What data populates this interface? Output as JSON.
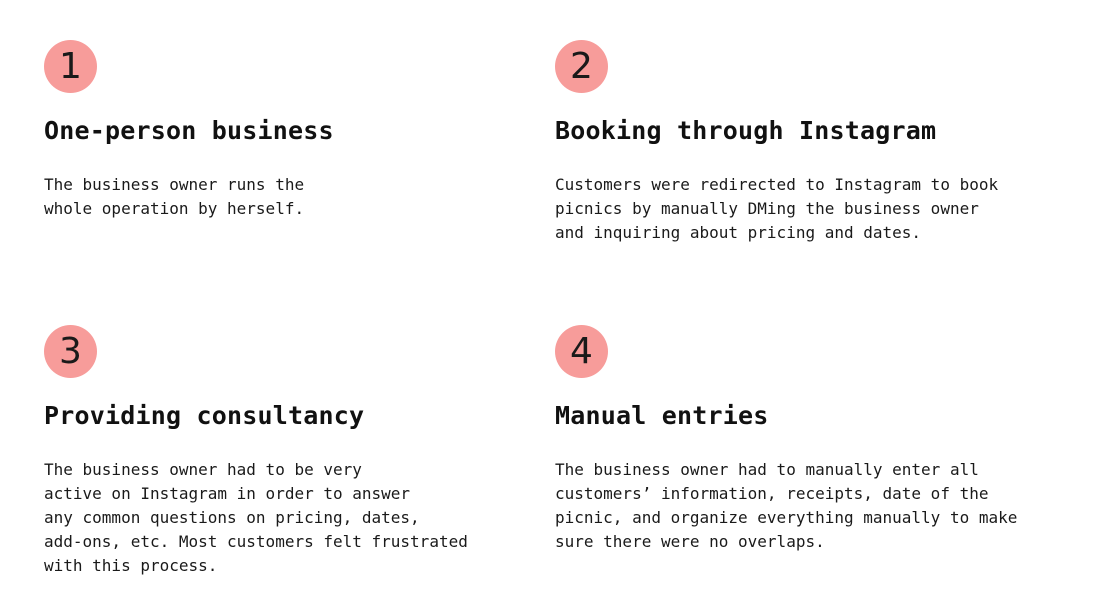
{
  "accent_color": "#f79c9a",
  "cards": [
    {
      "number": "1",
      "title": "One-person business",
      "lines": [
        "The business owner runs the",
        "whole operation by herself."
      ]
    },
    {
      "number": "2",
      "title": "Booking through Instagram",
      "lines": [
        "Customers were redirected to Instagram to book",
        "picnics by manually DMing the business owner",
        "and inquiring about pricing and dates."
      ]
    },
    {
      "number": "3",
      "title": "Providing consultancy",
      "lines": [
        "The business owner had to be very",
        "active on Instagram in order to answer",
        "any common questions on pricing, dates,",
        "add-ons, etc. Most customers felt frustrated",
        "with this process."
      ]
    },
    {
      "number": "4",
      "title": "Manual entries",
      "lines": [
        "The business owner had to manually enter all",
        "customers’ information, receipts, date of the",
        "picnic, and organize everything manually to make",
        "sure there were no overlaps."
      ]
    }
  ]
}
